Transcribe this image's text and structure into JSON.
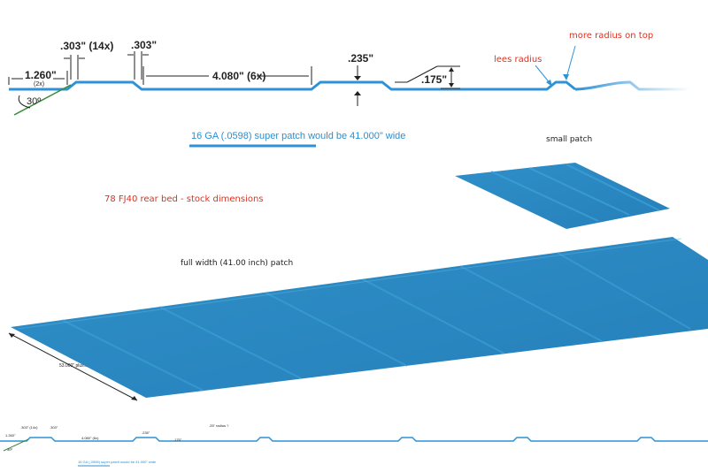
{
  "colors": {
    "profile_stroke": "#2f92d6",
    "panel_fill": "#2b8ac3",
    "panel_rib": "#3a9bd2",
    "callout_red": "#e0301e",
    "angle_line": "#3a8a3a"
  },
  "profile_top": {
    "dim_edge_width": "1.260\"",
    "dim_edge_count": "(2x)",
    "dim_rib_width": ".303\" (14x)",
    "dim_rib_width_single": ".303\"",
    "dim_flat_span": "4.080\" (6x)",
    "dim_rib_depth": ".235\"",
    "dim_step_height": ".175\"",
    "angle_label": "30º",
    "callout_more_radius": "more radius on top",
    "callout_less_radius": "lees radius"
  },
  "caption": "16 GA (.0598) super patch would be 41.000\" wide",
  "title": "78 FJ40 rear bed - stock dimensions",
  "small_patch_label": "small patch",
  "full_patch_label": "full width (41.00 inch) patch",
  "full_patch_dim": "53.000\" plus...",
  "profile_mini": {
    "dim_edge_width": "1.260\"",
    "dim_rib_width": ".303\" (14x)",
    "dim_rib_width_single": ".303\"",
    "dim_flat_span": "4.080\" (6x)",
    "dim_rib_depth": ".235\"",
    "dim_step_height": ".175\"",
    "note": ".25\" radius ?",
    "angle_label": "30º",
    "caption": "16 GA (.0598) super patch would be 41.000\" wide"
  }
}
